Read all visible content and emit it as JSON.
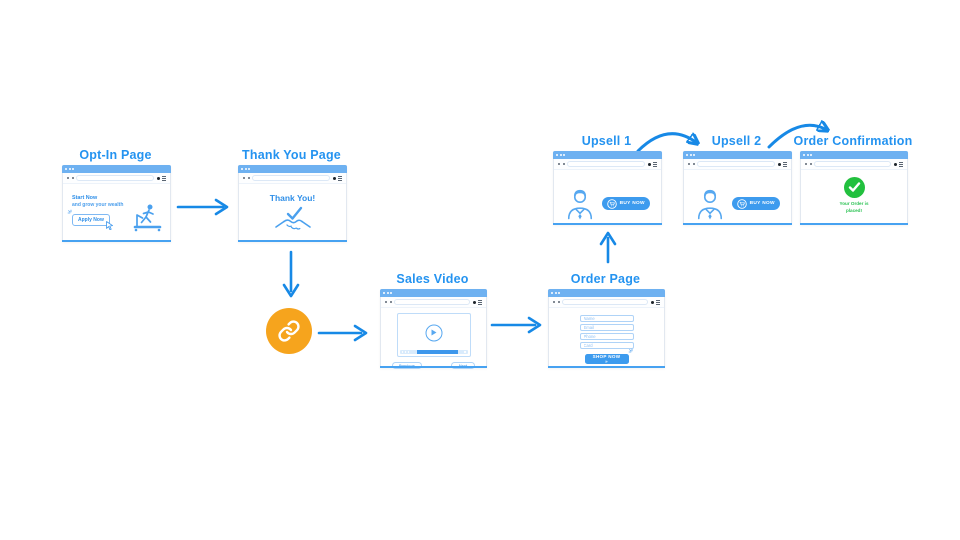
{
  "diagram": {
    "type": "sales-funnel-flow",
    "edges": [
      "opt_in -> thank_you",
      "thank_you -> link_step",
      "link_step -> sales_video",
      "sales_video -> order_page",
      "order_page -> upsell_1",
      "upsell_1 -> upsell_2",
      "upsell_2 -> order_confirmation"
    ],
    "colors": {
      "title_text": "#2493F0",
      "arrow": "#1789E6",
      "window_bar": "#6EB1F1",
      "accent_button": "#3D9BEE",
      "link_circle": "#F6A41D",
      "success_green": "#22C03E"
    }
  },
  "nodes": {
    "opt_in": {
      "title": "Opt-In Page",
      "headline": "Start Now",
      "subheadline": "and grow your wealth",
      "button_label": "Apply Now"
    },
    "thank_you": {
      "title": "Thank You Page",
      "message": "Thank You!"
    },
    "link_step": {
      "icon": "link-icon"
    },
    "sales_video": {
      "title": "Sales Video",
      "previous_label": "Previous",
      "next_label": "Next"
    },
    "order_page": {
      "title": "Order Page",
      "fields": [
        {
          "placeholder": "Name"
        },
        {
          "placeholder": "Email"
        },
        {
          "placeholder": "Phone"
        },
        {
          "placeholder": "Card"
        }
      ],
      "button_label": "SHOP NOW »"
    },
    "upsell_1": {
      "title": "Upsell 1",
      "button_label": "BUY NOW"
    },
    "upsell_2": {
      "title": "Upsell 2",
      "button_label": "BUY NOW"
    },
    "order_confirmation": {
      "title": "Order Confirmation",
      "message_line1": "Your Order is",
      "message_line2": "placed!"
    }
  }
}
